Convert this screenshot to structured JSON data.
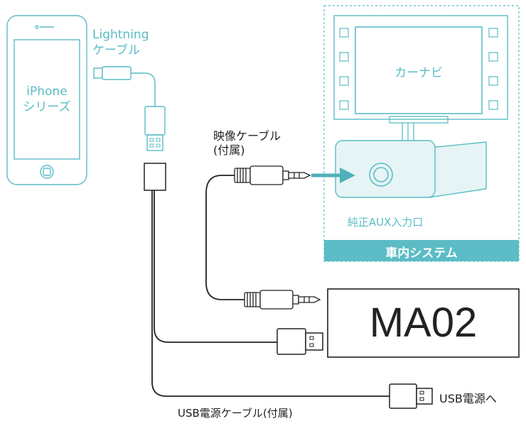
{
  "colors": {
    "teal": "#5bbcc6",
    "teal_dark": "#4fb0ba",
    "teal_light": "#e6f4f5",
    "line": "#222222",
    "gray": "#cccccc"
  },
  "iphone": {
    "label_line1": "iPhone",
    "label_line2": "シリーズ"
  },
  "lightning_cable": {
    "label_line1": "Lightning",
    "label_line2": "ケーブル"
  },
  "car_system": {
    "navi_label": "カーナビ",
    "aux_label": "純正AUX入力口",
    "banner_label": "車内システム"
  },
  "video_cable": {
    "label_line1": "映像ケーブル",
    "label_line2": "(付属)"
  },
  "device": {
    "model": "MA02"
  },
  "usb_power": {
    "cable_label": "USB電源ケーブル(付属)",
    "destination_label": "USB電源へ"
  }
}
